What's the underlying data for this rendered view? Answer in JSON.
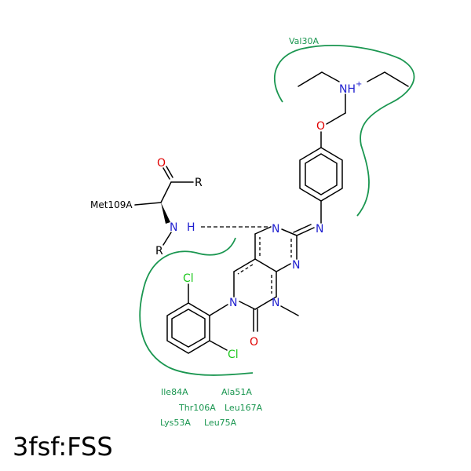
{
  "title": "3fsf:FSS",
  "residues": {
    "val30": "Val30A",
    "met109": "Met109A",
    "ile84": "Ile84A",
    "ala51": "Ala51A",
    "thr106": "Thr106A",
    "leu167": "Leu167A",
    "lys53": "Lys53A",
    "leu75": "Leu75A"
  },
  "atoms": {
    "nh_plus": "NH",
    "plus": "+",
    "o_ether": "O",
    "o_carbonyl": "O",
    "o_ring": "O",
    "r_top": "R",
    "r_bottom": "R",
    "n_amide": "N",
    "h_amide": "H",
    "n_imine": "N",
    "n_ring_top": "N",
    "n_ring_mid": "N",
    "n_ring_left": "N",
    "n_ring_methyl": "N",
    "cl_top": "Cl",
    "cl_bottom": "Cl"
  },
  "colors": {
    "nitrogen": "#1f1fcf",
    "oxygen": "#e00000",
    "chlorine": "#1ec81e",
    "pocket": "#1a9650"
  }
}
